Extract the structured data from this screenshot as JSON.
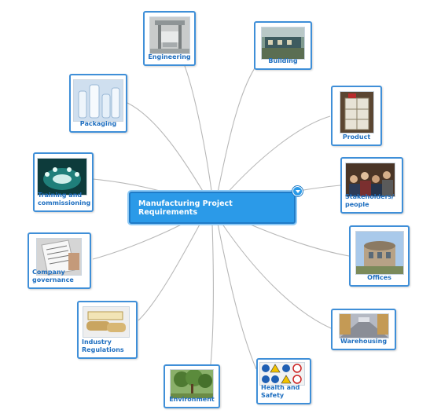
{
  "central": {
    "title": "Manufacturing Project Requirements"
  },
  "nodes": [
    {
      "id": "engineering",
      "label": "Engineering",
      "icon": "engineering-photo"
    },
    {
      "id": "building",
      "label": "Building",
      "icon": "building-photo"
    },
    {
      "id": "packaging",
      "label": "Packaging",
      "icon": "packaging-photo"
    },
    {
      "id": "product",
      "label": "Product",
      "icon": "product-photo"
    },
    {
      "id": "training",
      "label": "Training and commissioning",
      "icon": "training-photo"
    },
    {
      "id": "stakeholders",
      "label": "Stakeholders/ people",
      "icon": "stakeholders-photo"
    },
    {
      "id": "company-governance",
      "label": "Company governance",
      "icon": "governance-photo"
    },
    {
      "id": "offices",
      "label": "Offices",
      "icon": "offices-photo"
    },
    {
      "id": "industry-regulations",
      "label": "Industry Regulations",
      "icon": "regulations-photo"
    },
    {
      "id": "warehousing",
      "label": "Warehousing",
      "icon": "warehousing-photo"
    },
    {
      "id": "environment",
      "label": "Environment",
      "icon": "environment-photo"
    },
    {
      "id": "health-safety",
      "label": "Health and Safety",
      "icon": "safety-signs-photo"
    }
  ],
  "colors": {
    "accent": "#2b9ae8",
    "node_border": "#3f8fd8",
    "label_text": "#1f6fc0",
    "link": "#b8b8b8"
  }
}
